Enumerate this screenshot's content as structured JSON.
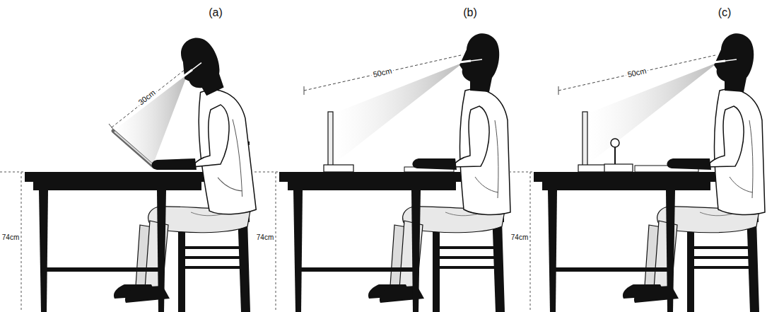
{
  "diagram": {
    "labels": [
      "(a)",
      "(b)",
      "(c)",
      "30cm",
      "50cm",
      "50cm",
      "74cm",
      "74cm",
      "74cm"
    ]
  }
}
